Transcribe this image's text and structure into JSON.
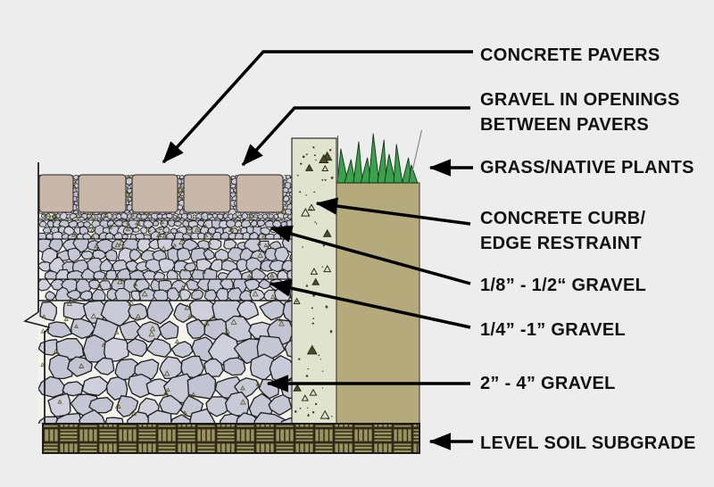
{
  "title": "Permeable concrete paver system cross-section",
  "colors": {
    "background": "#ededed",
    "paver": "#c9b8aa",
    "paver_outline": "#4a4441",
    "stone_fill": "#c9cad8",
    "stone_outline": "#1c1c1c",
    "gravel_bg": "#f4f4ec",
    "bedding_bg": "#eff0e1",
    "speck_olive": "#55561f",
    "curb": "#e0e4ce",
    "curb_aggregate": "#3c3c26",
    "soil": "#b5aa7b",
    "soil_outline": "#56502f",
    "grass": "#3aa24a",
    "grass_outline": "#14301a",
    "subgrade_bg": "#9c925f",
    "subgrade_line": "#2d2917",
    "leader": "#000000",
    "text": "#111111"
  },
  "labels": [
    {
      "id": "concrete-pavers",
      "text": "CONCRETE PAVERS"
    },
    {
      "id": "gravel-in-openings",
      "text": "GRAVEL IN OPENINGS\nBETWEEN PAVERS"
    },
    {
      "id": "grass-native-plants",
      "text": "GRASS/NATIVE PLANTS"
    },
    {
      "id": "concrete-curb",
      "text": "CONCRETE CURB/\nEDGE RESTRAINT"
    },
    {
      "id": "gravel-eighth-half",
      "text": "1/8” - 1/2“ GRAVEL"
    },
    {
      "id": "gravel-quarter-one",
      "text": "1/4” -1” GRAVEL"
    },
    {
      "id": "gravel-two-four",
      "text": "2” - 4” GRAVEL"
    },
    {
      "id": "level-soil-subgrade",
      "text": "LEVEL SOIL SUBGRADE"
    }
  ]
}
